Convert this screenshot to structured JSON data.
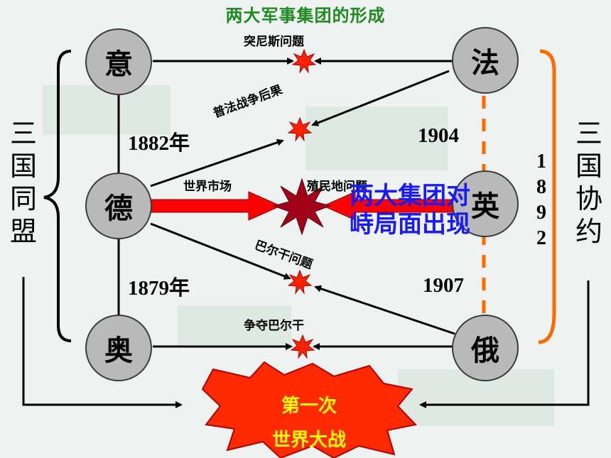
{
  "title": "两大军事集团的形成",
  "nodes": {
    "italy": "意",
    "france": "法",
    "germany": "德",
    "britain": "英",
    "austria": "奥",
    "russia": "俄"
  },
  "issues": {
    "morocco": "突尼斯问题",
    "franco_prussian": "普法战争后果",
    "world_market": "世界市场",
    "colonial": "殖民地问题",
    "balkan": "巴尔干问题",
    "contest_balkan": "争夺巴尔干"
  },
  "years": {
    "y1882": "1882年",
    "y1879": "1879年",
    "y1904": "1904",
    "y1907": "1907",
    "y1892": [
      "1",
      "8",
      "9",
      "2"
    ]
  },
  "alliances": {
    "triple_alliance": [
      "三",
      "国",
      "同",
      "盟"
    ],
    "triple_entente": [
      "三",
      "国",
      "协",
      "约"
    ]
  },
  "overlay": {
    "line1": "两大集团对",
    "line2": "峙局面出现"
  },
  "war": {
    "line1": "第一次",
    "line2": "世界大战"
  },
  "colors": {
    "explosion": "#ff2200",
    "center_burst": "#a0001a",
    "bracket": "#ff6a00",
    "title": "#1f8a1f",
    "overlay": "#1a1aff"
  }
}
